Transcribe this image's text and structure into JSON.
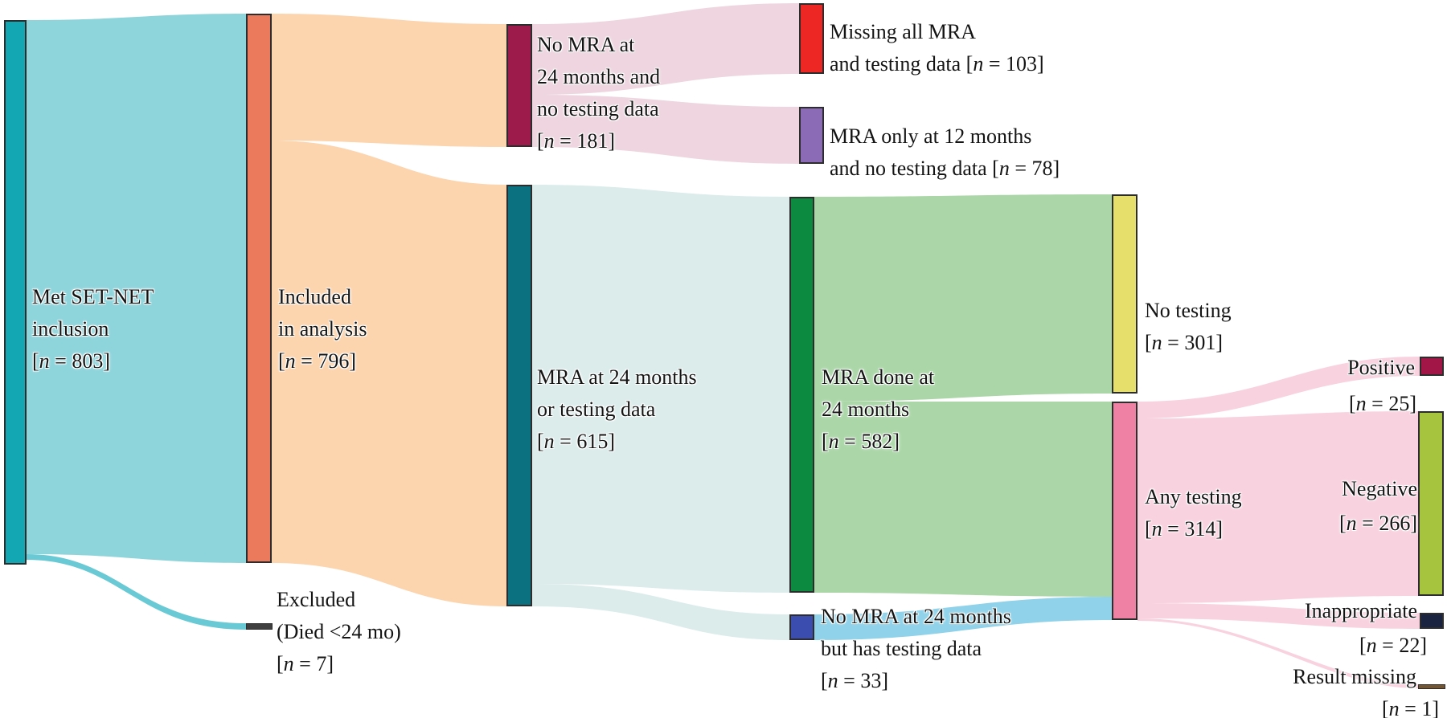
{
  "chart_data": {
    "type": "sankey",
    "title": "",
    "layout": "left-to-right flow diagram, 6 node columns, white background, serif labels with white halo",
    "nodes": [
      {
        "id": "met",
        "lines": [
          "Met SET-NET",
          "inclusion",
          "[n = 803]"
        ],
        "value": 803,
        "color": "#12a7b3"
      },
      {
        "id": "included",
        "lines": [
          "Included",
          "in analysis",
          "[n = 796]"
        ],
        "value": 796,
        "color": "#ea7a5b"
      },
      {
        "id": "excluded",
        "lines": [
          "Excluded",
          "(Died <24 mo)",
          "[n = 7]"
        ],
        "value": 7,
        "color": "#3f3f3f"
      },
      {
        "id": "nomra181",
        "lines": [
          "No MRA at",
          "24 months and",
          "no testing data",
          "[n = 181]"
        ],
        "value": 181,
        "color": "#9c1b4b"
      },
      {
        "id": "mra615",
        "lines": [
          "MRA at 24 months",
          "or testing data",
          "[n = 615]"
        ],
        "value": 615,
        "color": "#0b7080"
      },
      {
        "id": "missing103",
        "lines": [
          "Missing all MRA",
          "and testing data [n = 103]"
        ],
        "value": 103,
        "color": "#ed2724"
      },
      {
        "id": "mraonly78",
        "lines": [
          "MRA only at 12 months",
          "and no testing data [n = 78]"
        ],
        "value": 78,
        "color": "#8b6ab6"
      },
      {
        "id": "mradone582",
        "lines": [
          "MRA done at",
          "24 months",
          "[n = 582]"
        ],
        "value": 582,
        "color": "#0c8b40"
      },
      {
        "id": "nomra33",
        "lines": [
          "No MRA at 24 months",
          "but has testing data",
          "[n = 33]"
        ],
        "value": 33,
        "color": "#3b4eb0"
      },
      {
        "id": "notesting301",
        "lines": [
          "No testing",
          "[n = 301]"
        ],
        "value": 301,
        "color": "#e7df6c"
      },
      {
        "id": "anytesting314",
        "lines": [
          "Any testing",
          "[n = 314]"
        ],
        "value": 314,
        "color": "#ee81a4"
      },
      {
        "id": "positive25",
        "lines": [
          "Positive",
          "[n = 25]"
        ],
        "value": 25,
        "color": "#a11647"
      },
      {
        "id": "negative266",
        "lines": [
          "Negative",
          "[n = 266]"
        ],
        "value": 266,
        "color": "#a7c43e"
      },
      {
        "id": "inappropriate22",
        "lines": [
          "Inappropriate",
          "[n = 22]"
        ],
        "value": 22,
        "color": "#1a2340"
      },
      {
        "id": "resultmissing1",
        "lines": [
          "Result missing",
          "[n = 1]"
        ],
        "value": 1,
        "color": "#75552f"
      }
    ],
    "links": [
      {
        "source": "met",
        "target": "included",
        "value": 796,
        "color": "#8ed4db"
      },
      {
        "source": "met",
        "target": "excluded",
        "value": 7,
        "color": "#69c9d4"
      },
      {
        "source": "included",
        "target": "nomra181",
        "value": 181,
        "color": "#fcd4ad"
      },
      {
        "source": "included",
        "target": "mra615",
        "value": 615,
        "color": "#fcd4ad"
      },
      {
        "source": "nomra181",
        "target": "missing103",
        "value": 103,
        "color": "#eed5df"
      },
      {
        "source": "nomra181",
        "target": "mraonly78",
        "value": 78,
        "color": "#eed5df"
      },
      {
        "source": "mra615",
        "target": "mradone582",
        "value": 582,
        "color": "#dbeceb"
      },
      {
        "source": "mra615",
        "target": "nomra33",
        "value": 33,
        "color": "#dbeceb"
      },
      {
        "source": "mradone582",
        "target": "notesting301",
        "value": 301,
        "color": "#abd7a8"
      },
      {
        "source": "mradone582",
        "target": "anytesting314",
        "value": 281,
        "color": "#abd7a8"
      },
      {
        "source": "nomra33",
        "target": "anytesting314",
        "value": 33,
        "color": "#8fd2e9"
      },
      {
        "source": "anytesting314",
        "target": "positive25",
        "value": 25,
        "color": "#f9d2df"
      },
      {
        "source": "anytesting314",
        "target": "negative266",
        "value": 266,
        "color": "#f9d2df"
      },
      {
        "source": "anytesting314",
        "target": "inappropriate22",
        "value": 22,
        "color": "#f9d2df"
      },
      {
        "source": "anytesting314",
        "target": "resultmissing1",
        "value": 1,
        "color": "#f9d2df"
      }
    ]
  }
}
